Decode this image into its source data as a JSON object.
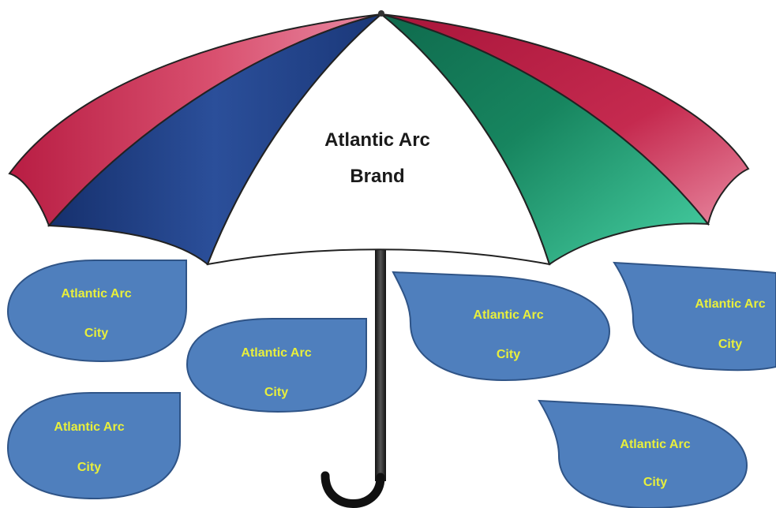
{
  "umbrella": {
    "title_line1": "Atlantic Arc",
    "title_line2": "Brand",
    "panel_colors": [
      "#bd1f45",
      "#1d3a80",
      "#ffffff",
      "#14805f",
      "#bd1f45"
    ]
  },
  "drops": [
    {
      "line1": "Atlantic Arc",
      "line2": "City"
    },
    {
      "line1": "Atlantic Arc",
      "line2": "City"
    },
    {
      "line1": "Atlantic Arc",
      "line2": "City"
    },
    {
      "line1": "Atlantic Arc",
      "line2": "City"
    },
    {
      "line1": "Atlantic Arc",
      "line2": "City"
    },
    {
      "line1": "Atlantic Arc",
      "line2": "City"
    }
  ],
  "colors": {
    "drop_fill": "#4f7fbd",
    "drop_stroke": "#2f5487",
    "drop_text": "#e8ef3c",
    "handle": "#111111"
  }
}
